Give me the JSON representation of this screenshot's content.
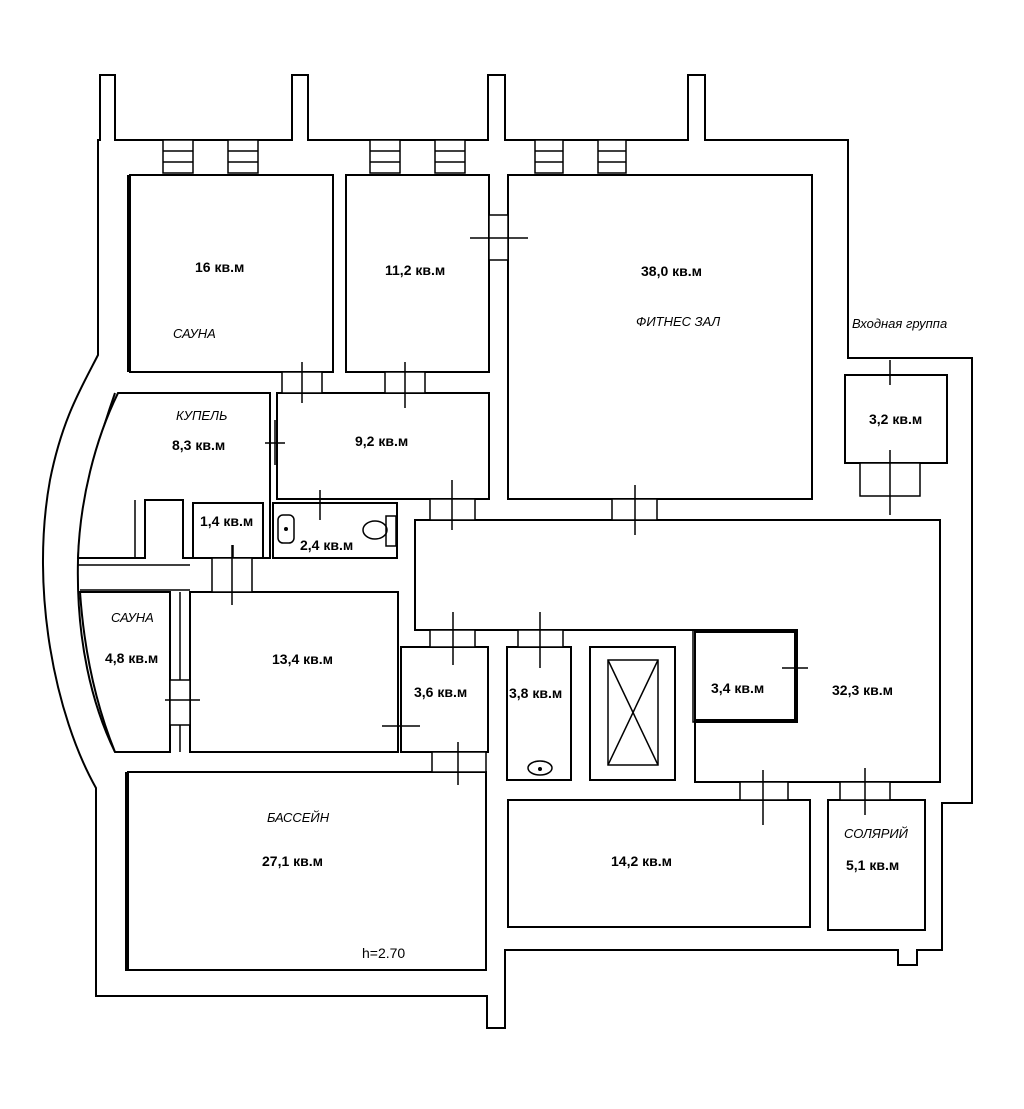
{
  "rooms": {
    "sauna_big": {
      "area": "16 кв.м",
      "name": "САУНА"
    },
    "room_11_2": {
      "area": "11,2 кв.м"
    },
    "fitness": {
      "area": "38,0 кв.м",
      "name": "ФИТНЕС ЗАЛ"
    },
    "entrance": {
      "area": "3,2 кв.м",
      "name": "Входная группа"
    },
    "kupel": {
      "area": "8,3 кв.м",
      "name": "КУПЕЛЬ"
    },
    "room_9_2": {
      "area": "9,2 кв.м"
    },
    "room_1_4": {
      "area": "1,4 кв.м"
    },
    "wc_2_4": {
      "area": "2,4 кв.м"
    },
    "sauna_small": {
      "area": "4,8 кв.м",
      "name": "САУНА"
    },
    "room_13_4": {
      "area": "13,4 кв.м"
    },
    "room_3_6": {
      "area": "3,6 кв.м"
    },
    "room_3_8": {
      "area": "3,8 кв.м"
    },
    "room_3_4": {
      "area": "3,4 кв.м"
    },
    "hall": {
      "area": "32,3 кв.м"
    },
    "pool": {
      "area": "27,1 кв.м",
      "name": "БАССЕЙН"
    },
    "room_14_2": {
      "area": "14,2 кв.м"
    },
    "solarium": {
      "area": "5,1 кв.м",
      "name": "СОЛЯРИЙ"
    }
  },
  "ceiling_height": "h=2.70",
  "colors": {
    "line": "#000000",
    "background": "#ffffff"
  }
}
